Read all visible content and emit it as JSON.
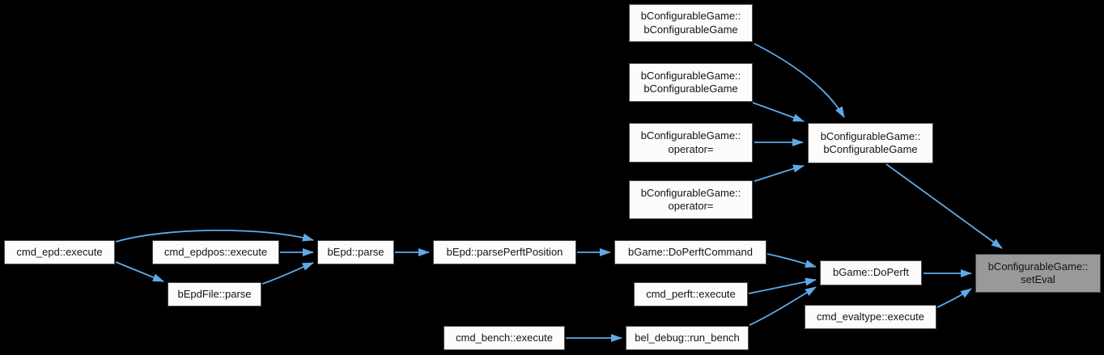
{
  "nodes": {
    "ctor_a": {
      "label": "bConfigurableGame::\nbConfigurableGame"
    },
    "ctor_b": {
      "label": "bConfigurableGame::\nbConfigurableGame"
    },
    "assign_a": {
      "label": "bConfigurableGame::\noperator="
    },
    "assign_b": {
      "label": "bConfigurableGame::\noperator="
    },
    "ctor_main": {
      "label": "bConfigurableGame::\nbConfigurableGame"
    },
    "set_eval": {
      "label": "bConfigurableGame::\nsetEval"
    },
    "cmd_epd": {
      "label": "cmd_epd::execute"
    },
    "cmd_epdpos": {
      "label": "cmd_epdpos::execute"
    },
    "bepdfile_parse": {
      "label": "bEpdFile::parse"
    },
    "bepd_parse": {
      "label": "bEpd::parse"
    },
    "parse_perft": {
      "label": "bEpd::parsePerftPosition"
    },
    "doperft_cmd": {
      "label": "bGame::DoPerftCommand"
    },
    "cmd_perft": {
      "label": "cmd_perft::execute"
    },
    "doperft": {
      "label": "bGame::DoPerft"
    },
    "cmd_evaltype": {
      "label": "cmd_evaltype::execute"
    },
    "cmd_bench": {
      "label": "cmd_bench::execute"
    },
    "run_bench": {
      "label": "bel_debug::run_bench"
    }
  },
  "edges": [
    {
      "from": "ctor_a",
      "to": "ctor_main"
    },
    {
      "from": "ctor_b",
      "to": "ctor_main"
    },
    {
      "from": "assign_a",
      "to": "ctor_main"
    },
    {
      "from": "assign_b",
      "to": "ctor_main"
    },
    {
      "from": "ctor_main",
      "to": "set_eval"
    },
    {
      "from": "cmd_epd",
      "to": "bepd_parse"
    },
    {
      "from": "cmd_epd",
      "to": "bepdfile_parse"
    },
    {
      "from": "cmd_epdpos",
      "to": "bepd_parse"
    },
    {
      "from": "bepdfile_parse",
      "to": "bepd_parse"
    },
    {
      "from": "bepd_parse",
      "to": "parse_perft"
    },
    {
      "from": "parse_perft",
      "to": "doperft_cmd"
    },
    {
      "from": "doperft_cmd",
      "to": "doperft"
    },
    {
      "from": "cmd_perft",
      "to": "doperft"
    },
    {
      "from": "run_bench",
      "to": "doperft"
    },
    {
      "from": "cmd_bench",
      "to": "run_bench"
    },
    {
      "from": "doperft",
      "to": "set_eval"
    },
    {
      "from": "cmd_evaltype",
      "to": "set_eval"
    }
  ],
  "colors": {
    "bg": "#000000",
    "arrow": "#5fa9e8",
    "node-fill": "#fcfcfc",
    "node-border": "#4d4d4d",
    "node-text": "#141414",
    "current-fill": "#999999",
    "current-border": "#454545"
  }
}
